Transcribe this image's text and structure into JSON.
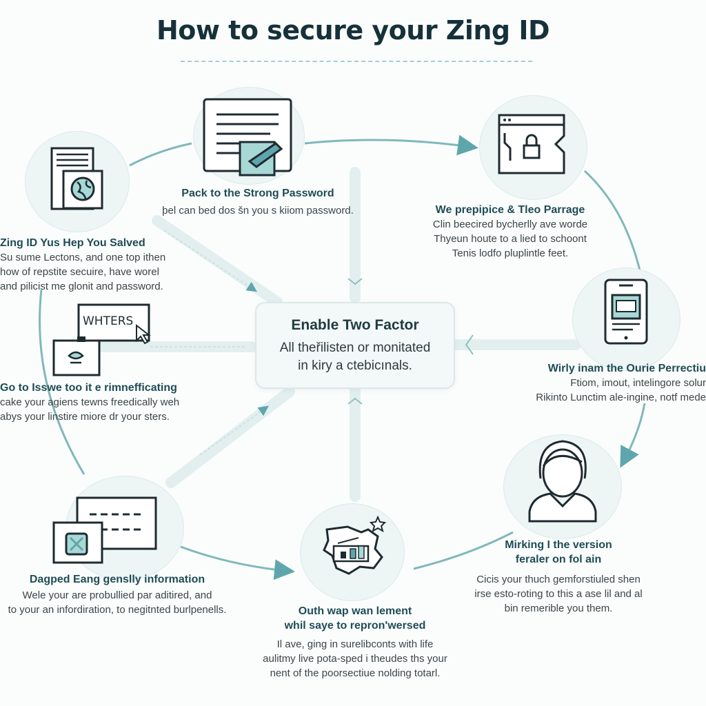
{
  "title": "How to secure your Zing ID",
  "center": {
    "heading": "Enable Two Factor",
    "lines": [
      "All theřilisten or monitated",
      "in kiry a ctebicınals."
    ]
  },
  "nodes": [
    {
      "id": "strong-password",
      "icon": "document-pen-icon",
      "heading": "Pack to the Strong Password",
      "lines": [
        "þel can bed dos šn you s kiiom password."
      ]
    },
    {
      "id": "paragraph",
      "icon": "browser-lock-icon",
      "heading": "We prepipice & Tleo Parrage",
      "lines": [
        "Clin beecired bycherlly ave worde",
        "Thyeun houte to a lied to schoont",
        "Tenis lodfo pluplintle feet."
      ]
    },
    {
      "id": "help-salved",
      "icon": "document-globe-icon",
      "heading": "Zing ID Yus Hep You Salved",
      "lines": [
        "Su sume Lectons, and one top ithen",
        "how of repstite secuire, have worel",
        "and pilicist me glonit and password."
      ]
    },
    {
      "id": "phone",
      "icon": "smartphone-icon",
      "heading": "Wirly inam the Ourie Perrectiu",
      "lines": [
        "Ftiom, imout, intelingore solur",
        "Rikinto Lunctim ale-ingine, notf mede"
      ]
    },
    {
      "id": "issues",
      "icon": "window-cursor-icon",
      "window_label": "WHTERS",
      "heading": "Go to Isswe too it e rimnefficating",
      "lines": [
        "cake your agiens tewns freedically weh",
        "abys your linstire miore dr your sters."
      ]
    },
    {
      "id": "version",
      "icon": "user-avatar-icon",
      "heading": "Mirking I the version",
      "lines": [
        "feraler on fol ain",
        "Cicis your thuch gemforstiuled shen",
        "irse esto-roting to this a ase lil and al",
        "bin remerible you them."
      ]
    },
    {
      "id": "gently-info",
      "icon": "screen-chart-icon",
      "heading": "Dagped Eang genslly information",
      "lines": [
        "Wele your are probullied par aditired, and",
        "to your an infordiration, to negitnted burlpenells."
      ]
    },
    {
      "id": "map-element",
      "icon": "map-chart-icon",
      "heading": "Outh wap wan lement",
      "lines": [
        "whil saye to repron'wersed",
        "Il ave, ging in surelibconts with life",
        "aulitmy live pota-sped i theudes ths your",
        "nent of the poorsectiue nolding totarl."
      ]
    }
  ],
  "colors": {
    "accent": "#5ea6ac",
    "icon_fill": "#a8d8d6",
    "ink": "#1d2b30",
    "circle_bg": "#eef5f5"
  }
}
